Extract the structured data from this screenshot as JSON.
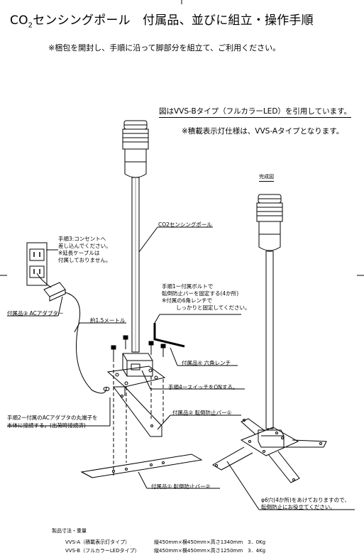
{
  "title": {
    "co2_prefix": "CO",
    "co2_sub": "2",
    "rest": "センシングポール　付属品、並びに組立・操作手順"
  },
  "intro": "※梱包を開封し、手順に沿って脚部分を組立て、ご利用ください。",
  "notes": {
    "quote": "図はVVS-Bタイプ（フルカラーLED）を引用しています。",
    "spec": "※積載表示灯仕様は、VVS-Aタイプとなります。"
  },
  "completed_label": "完成図",
  "labels": {
    "pole": "CO2センシングポール",
    "step3_line1": "手順3:コンセントへ",
    "step3_line2": "差し込んでください。",
    "step3_line3": "※延長ケーブルは",
    "step3_line4": "付属しておりません。",
    "adapter": "付属品③ ACアダプター",
    "cable": "約1.5メートル",
    "step1_line1": "手順1ー付属ボルトで",
    "step1_line2": "転倒防止バーを固定する(4か所)",
    "step1_line3": "※付属の6角レンチで",
    "step1_line4": "しっかりと固定してください。",
    "wrench": "付属品④ 六角レンチ",
    "step4": "手順4ースイッチをONする。",
    "step2_line1": "手順2ー付属のACアダプタの丸端子を",
    "step2_line2": "本体に接続する。(出荷時接続済)",
    "bar2": "付属品② 転倒防止バー①",
    "bar1": "付属品① 転倒防止バー②",
    "hole_line1": "φ6穴(4か所)をあけておりますので、",
    "hole_line2": "転倒防止にお役立てください。"
  },
  "specs": {
    "heading": "製品寸法・重量",
    "row_a_model": "VVS-A（積載表示灯タイプ）",
    "row_a_dims": "縦450mm×横450mm×高さ1340mm　3．0Kg",
    "row_b_model": "VVS-B（フルカラーLEDタイプ）",
    "row_b_dims": "縦450mm×横450mm×高さ1250mm　3．4Kg"
  }
}
